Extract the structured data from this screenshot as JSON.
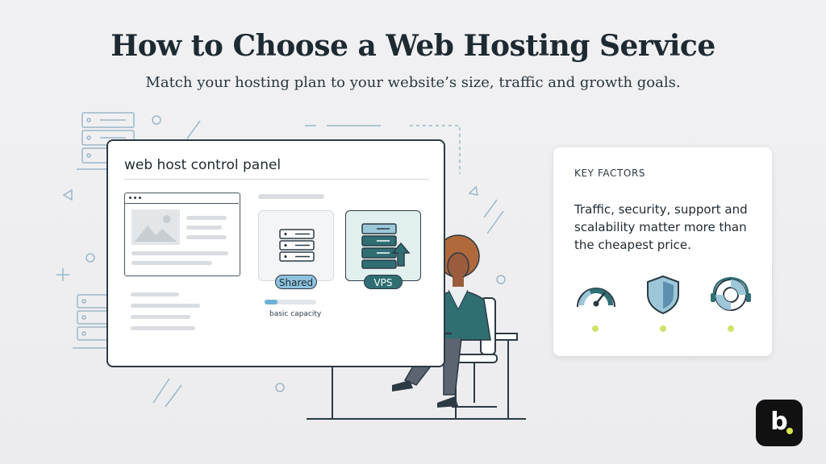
{
  "header": {
    "title": "How to Choose a Web Hosting Service",
    "subtitle": "Match your hosting plan to your website’s size, traffic and growth goals."
  },
  "control_panel": {
    "title": "web host control panel",
    "plans": [
      {
        "label": "Shared",
        "icon": "server-stack-icon"
      },
      {
        "label": "VPS",
        "icon": "server-upgrade-icon"
      }
    ],
    "capacity_label": "basic capacity",
    "capacity_fraction": 0.25
  },
  "key_factors": {
    "heading": "KEY FACTORS",
    "text": "Traffic, security, support and scalability matter more than the cheapest price.",
    "icons": [
      "speedometer-icon",
      "shield-icon",
      "support-lifebuoy-icon"
    ]
  },
  "logo": {
    "letter": "b"
  },
  "colors": {
    "accent_teal": "#2f6f74",
    "accent_blue": "#8ec2dc",
    "accent_lime": "#cde36a",
    "dark": "#1e2a32"
  }
}
